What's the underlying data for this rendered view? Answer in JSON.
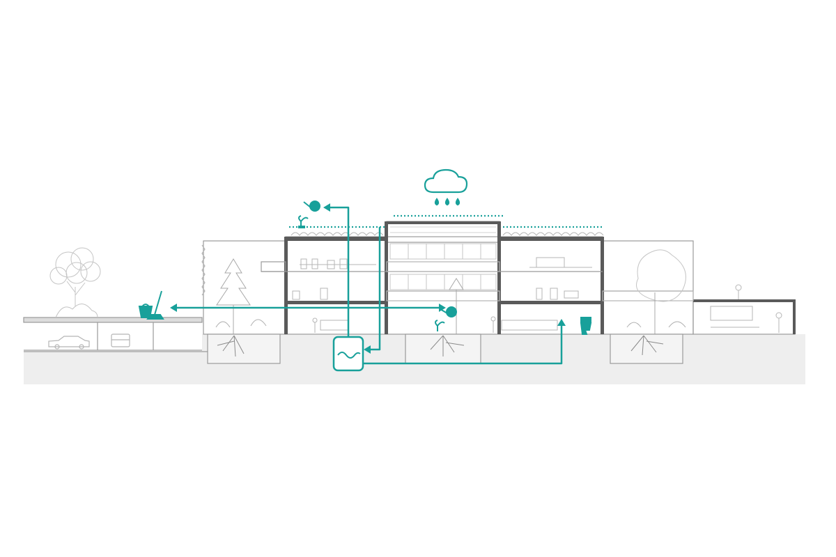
{
  "diagram": {
    "type": "building-section-rainwater-reuse",
    "colors": {
      "background": "#ffffff",
      "ground": "#eeeeee",
      "line": "#9a9a9a",
      "slab": "#5a5a5a",
      "furniture": "#b5b5b5",
      "water": "#18a09a"
    },
    "icons": {
      "rain": "cloud-rain-icon",
      "tank": "water-tank-icon",
      "roof_irrigation": "watering-can-icon",
      "garden_irrigation": "watering-can-icon",
      "cleaning": "bucket-broom-icon",
      "toilet": "toilet-icon",
      "car": "car-icon"
    },
    "uses": [
      "roof-garden-irrigation",
      "outdoor-cleaning",
      "courtyard-irrigation",
      "toilet-flushing"
    ]
  }
}
